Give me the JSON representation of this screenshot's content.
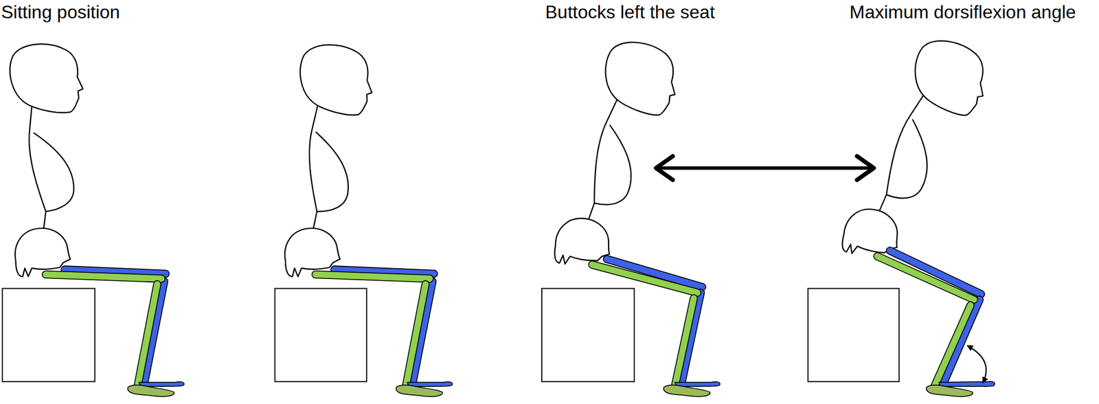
{
  "diagram": {
    "labels": [
      "Sitting position",
      "Buttocks left the seat",
      "Maximum dorsiflexion angle"
    ]
  }
}
